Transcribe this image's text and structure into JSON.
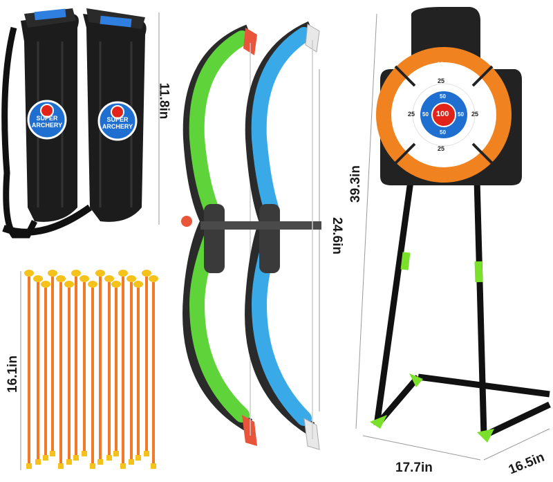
{
  "dimensions": {
    "quiver_height": "11.8in",
    "bow_height": "24.6in",
    "arrow_length": "16.1in",
    "target_height": "39.3in",
    "target_width": "17.7in",
    "target_depth": "16.5in"
  },
  "quiver": {
    "badge_line1": "SUPER",
    "badge_line2": "ARCHERY"
  },
  "target": {
    "outer_score": "10",
    "middle_score": "25",
    "inner_score": "50",
    "bullseye_score": "100"
  },
  "colors": {
    "green_bow": "#5fd43a",
    "blue_bow": "#3aa9e8",
    "arrow": "#f07a2a",
    "suction_cup": "#f5c21b",
    "target_orange": "#f0831f",
    "target_blue": "#1f6fd1",
    "bullseye_red": "#e2231a",
    "stand_green": "#7be02a"
  }
}
